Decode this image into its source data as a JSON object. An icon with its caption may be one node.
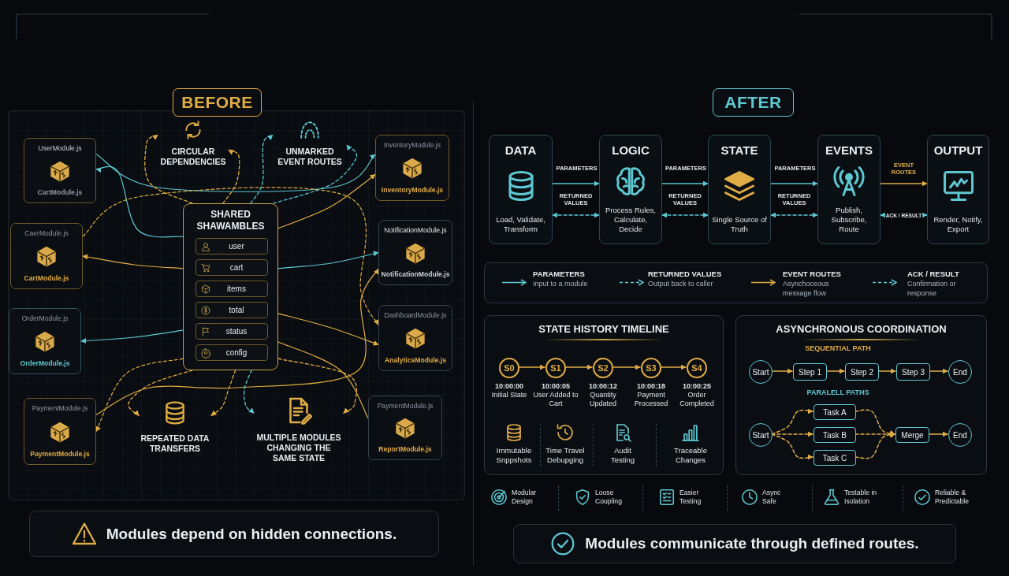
{
  "diagram": {
    "nodes": [
      {
        "text": [
          "BEFORE"
        ]
      },
      {
        "text": [
          "UserModule.js",
          "CartModule.js"
        ]
      },
      {
        "text": [
          "CIRCULAR DEPENDENCIES"
        ]
      },
      {
        "text": [
          "UNMARKED EVENT ROUTES"
        ]
      },
      {
        "text": [
          "InventoryModule.js",
          "InventoryModule.js"
        ]
      },
      {
        "text": [
          "SHARED SHAWAMBLES"
        ]
      },
      {
        "text": [
          "user"
        ],
        "in": 5
      },
      {
        "text": [
          "cart"
        ],
        "in": 5
      },
      {
        "text": [
          "items"
        ],
        "in": 5
      },
      {
        "text": [
          "total"
        ],
        "in": 5
      },
      {
        "text": [
          "status"
        ],
        "in": 5
      },
      {
        "text": [
          "config"
        ],
        "in": 5
      },
      {
        "text": [
          "CaerModule.js",
          "CartModule.js"
        ]
      },
      {
        "text": [
          "NotificationModule.js",
          "NotificationModule.js"
        ]
      },
      {
        "text": [
          "OrderModule.js",
          "OrderModule.js"
        ]
      },
      {
        "text": [
          "DashboardModule.js",
          "AnalyticsModule.js"
        ]
      },
      {
        "text": [
          "PaymentModule.js",
          "PaymentModule.js"
        ]
      },
      {
        "text": [
          "REPEATED DATA TRANSFERS"
        ]
      },
      {
        "text": [
          "MULTIPLE MODULES CHANGING THE SAME STATE"
        ]
      },
      {
        "text": [
          "PaymentModule.js",
          "ReportModule.js"
        ]
      },
      {
        "text": [
          "Modules depend on hidden connections."
        ]
      },
      {
        "text": [
          "AFTER"
        ]
      },
      {
        "text": [
          "DATA",
          "Load, Validate, Transform"
        ]
      },
      {
        "text": [
          "LOGIC",
          "Process Rules, Calculate, Decide"
        ]
      },
      {
        "text": [
          "STATE",
          "Single Source of Truth"
        ]
      },
      {
        "text": [
          "EVENTS",
          "Publish, Subscribe, Route"
        ]
      },
      {
        "text": [
          "OUTPUT",
          "Render, Notify, Export"
        ]
      },
      {
        "text": [
          "STATE HISTORY TIMELINE"
        ]
      },
      {
        "text": [
          "S0"
        ],
        "in": 27,
        "beside": [
          "10:00:00",
          "Initial State"
        ]
      },
      {
        "text": [
          "S1"
        ],
        "in": 27,
        "beside": [
          "10:00:05",
          "User Added to Cart"
        ]
      },
      {
        "text": [
          "S2"
        ],
        "in": 27,
        "beside": [
          "10:00:12",
          "Quantity Updated"
        ]
      },
      {
        "text": [
          "S3"
        ],
        "in": 27,
        "beside": [
          "10:00:18",
          "Payment Processed"
        ]
      },
      {
        "text": [
          "S4"
        ],
        "in": 27,
        "beside": [
          "10:00:25",
          "Order Completed"
        ]
      },
      {
        "text": [
          "ASYNCHRONOUS COORDINATION"
        ]
      },
      {
        "text": [
          "Start"
        ],
        "in": 33
      },
      {
        "text": [
          "Step 1"
        ],
        "in": 33
      },
      {
        "text": [
          "Step 2"
        ],
        "in": 33
      },
      {
        "text": [
          "Step 3"
        ],
        "in": 33
      },
      {
        "text": [
          "End"
        ],
        "in": 33
      },
      {
        "text": [
          "Start"
        ],
        "in": 33
      },
      {
        "text": [
          "Task A"
        ],
        "in": 33
      },
      {
        "text": [
          "Task B"
        ],
        "in": 33
      },
      {
        "text": [
          "Task C"
        ],
        "in": 33
      },
      {
        "text": [
          "Merge"
        ],
        "in": 33
      },
      {
        "text": [
          "End"
        ],
        "in": 33
      },
      {
        "text": [
          "Modules communicate through defined routes."
        ]
      }
    ],
    "edges": [
      {
        "from": 5,
        "to": 1,
        "arrow": "to",
        "color": "#5ec8d2"
      },
      {
        "from": 5,
        "to": 12,
        "arrow": "to"
      },
      {
        "from": 5,
        "to": 14,
        "arrow": "to",
        "color": "#5ec8d2"
      },
      {
        "from": 5,
        "to": 16,
        "arrow": "to",
        "style": "dashed"
      },
      {
        "from": 5,
        "to": 4,
        "arrow": "to"
      },
      {
        "from": 5,
        "to": 13,
        "arrow": "to",
        "color": "#5ec8d2"
      },
      {
        "from": 5,
        "to": 15,
        "arrow": "to"
      },
      {
        "from": 5,
        "to": 19,
        "arrow": "none"
      },
      {
        "from": 1,
        "to": 4,
        "arrow": "to",
        "color": "#5ec8d2"
      },
      {
        "from": 12,
        "to": 15,
        "arrow": "to",
        "style": "dashed"
      },
      {
        "from": 16,
        "to": 13,
        "arrow": "to"
      },
      {
        "from": 5,
        "to": 2,
        "arrow": "to",
        "style": "dashed"
      },
      {
        "from": 5,
        "to": 2,
        "arrow": "to",
        "style": "dashed"
      },
      {
        "from": 5,
        "to": 3,
        "arrow": "to",
        "style": "dashed",
        "color": "#5ec8d2"
      },
      {
        "from": 5,
        "to": 3,
        "arrow": "to",
        "style": "dashed",
        "color": "#5ec8d2"
      },
      {
        "from": 5,
        "to": 17,
        "arrow": "to",
        "style": "dashed"
      },
      {
        "from": 5,
        "to": 17,
        "arrow": "to",
        "style": "dashed"
      },
      {
        "from": 5,
        "to": 18,
        "arrow": "to",
        "style": "dashed",
        "color": "#5ec8d2"
      },
      {
        "from": 5,
        "to": 18,
        "arrow": "to",
        "style": "dashed"
      },
      {
        "from": 22,
        "to": 23,
        "label": "PARAMETERS",
        "arrow": "to",
        "color": "#5ec8d2"
      },
      {
        "from": 22,
        "to": 23,
        "label": "RETURNED VALUES",
        "arrow": "both",
        "style": "dashed",
        "color": "#5ec8d2"
      },
      {
        "from": 23,
        "to": 24,
        "label": "PARAMETERS",
        "arrow": "to",
        "color": "#5ec8d2"
      },
      {
        "from": 23,
        "to": 24,
        "label": "RETURNED VALUES",
        "arrow": "both",
        "style": "dashed",
        "color": "#5ec8d2"
      },
      {
        "from": 24,
        "to": 25,
        "label": "PARAMETERS",
        "arrow": "to",
        "color": "#5ec8d2"
      },
      {
        "from": 24,
        "to": 25,
        "label": "RETURNED VALUES",
        "arrow": "both",
        "style": "dashed",
        "color": "#5ec8d2"
      },
      {
        "from": 25,
        "to": 26,
        "label": "EVENT ROUTES",
        "arrow": "to"
      },
      {
        "from": 25,
        "to": 26,
        "label": "ACK / RESULT",
        "arrow": "both",
        "style": "dashed",
        "color": "#5ec8d2"
      },
      {
        "from": 28,
        "to": 29,
        "arrow": "to"
      },
      {
        "from": 29,
        "to": 30,
        "arrow": "to"
      },
      {
        "from": 30,
        "to": 31,
        "arrow": "to"
      },
      {
        "from": 31,
        "to": 32,
        "arrow": "to"
      },
      {
        "from": 34,
        "to": 35,
        "arrow": "to"
      },
      {
        "from": 35,
        "to": 36,
        "arrow": "to"
      },
      {
        "from": 36,
        "to": 37,
        "arrow": "to"
      },
      {
        "from": 37,
        "to": 38,
        "arrow": "to"
      },
      {
        "from": 39,
        "to": 40,
        "arrow": "to",
        "style": "dashed"
      },
      {
        "from": 39,
        "to": 41,
        "arrow": "to",
        "style": "dashed"
      },
      {
        "from": 39,
        "to": 42,
        "arrow": "to",
        "style": "dashed"
      },
      {
        "from": 40,
        "to": 43,
        "arrow": "to",
        "style": "dashed"
      },
      {
        "from": 41,
        "to": 43,
        "arrow": "to",
        "style": "dashed"
      },
      {
        "from": 42,
        "to": 43,
        "arrow": "to",
        "style": "dashed"
      },
      {
        "from": 43,
        "to": 44,
        "arrow": "to"
      }
    ],
    "labels": [
      "Immutable Snppshots",
      "Time Travel Debupging",
      "Audit Testing",
      "Traceable Changes",
      "SEQUENTIAL PATH",
      "PARALELL PATHS",
      "Modular Design",
      "Loose Coupling",
      "Easier Testing",
      "Async Safe",
      "Testable in Isolation",
      "Reliable & Predictable"
    ],
    "legend": [
      {
        "text": "**PARAMETERS** Input to a module"
      },
      {
        "text": "**RETURNED VALUES** Output back to caller"
      },
      {
        "text": "**EVENT ROUTES** Asynchoceous message flow"
      },
      {
        "text": "**ACK / RESULT** Confirmation or response"
      }
    ]
  }
}
